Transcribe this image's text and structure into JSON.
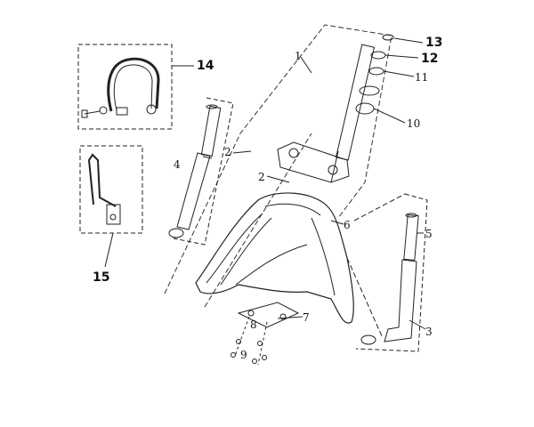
{
  "diagram": {
    "type": "exploded parts diagram",
    "subject": "front fork and front fender assembly",
    "colors": {
      "line": "#222222",
      "dash": "#333333",
      "background": "#ffffff"
    },
    "callouts": [
      {
        "id": "c1",
        "text": "1"
      },
      {
        "id": "c2a",
        "text": "2"
      },
      {
        "id": "c2b",
        "text": "2"
      },
      {
        "id": "c3",
        "text": "3"
      },
      {
        "id": "c4",
        "text": "4"
      },
      {
        "id": "c5",
        "text": "5"
      },
      {
        "id": "c6",
        "text": "6"
      },
      {
        "id": "c7",
        "text": "7"
      },
      {
        "id": "c8",
        "text": "8"
      },
      {
        "id": "c9",
        "text": "9"
      },
      {
        "id": "c10",
        "text": "10"
      },
      {
        "id": "c11",
        "text": "11"
      },
      {
        "id": "c12",
        "text": "12"
      },
      {
        "id": "c13",
        "text": "13"
      },
      {
        "id": "c14",
        "text": "14"
      },
      {
        "id": "c15",
        "text": "15"
      }
    ]
  }
}
